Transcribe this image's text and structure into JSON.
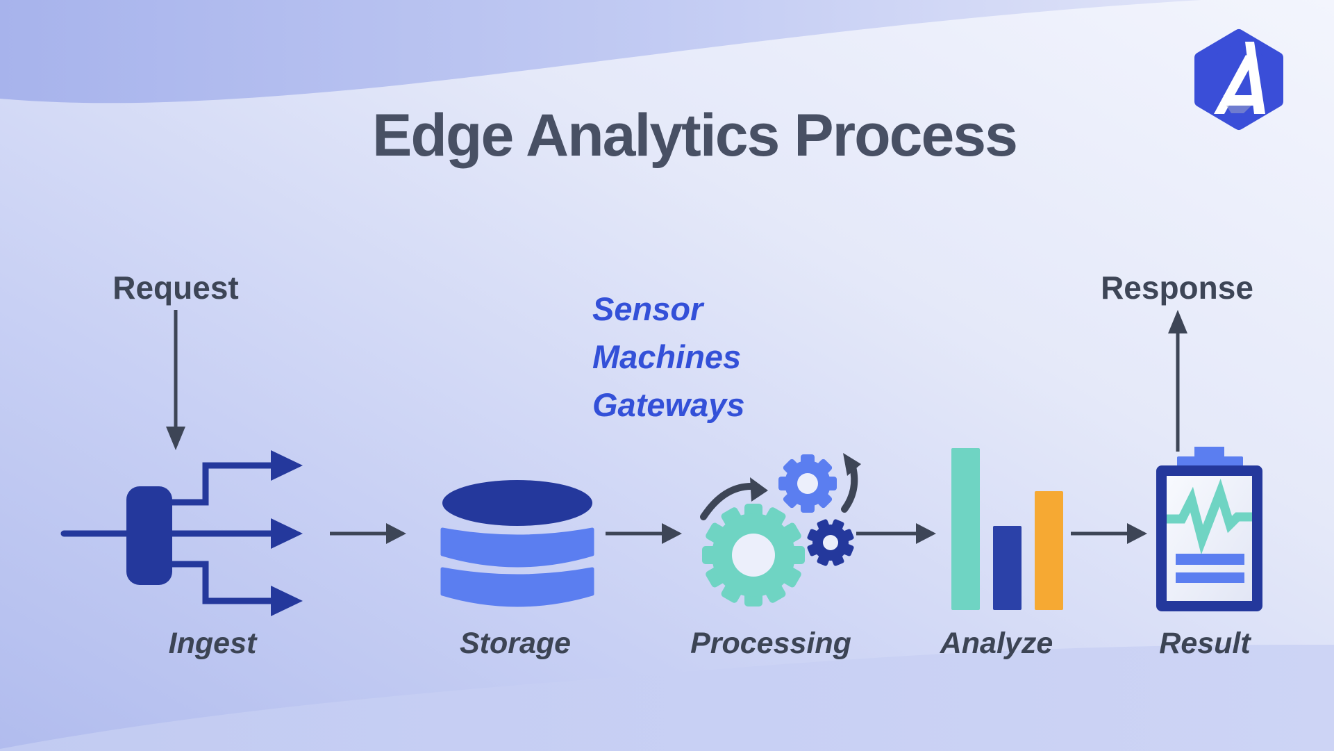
{
  "title": "Edge Analytics Process",
  "logo": {
    "icon": "hexagon-a-logo"
  },
  "flow": {
    "request_label": "Request",
    "response_label": "Response",
    "data_sources": [
      "Sensor",
      "Machines",
      "Gateways"
    ],
    "stages": [
      {
        "label": "Ingest",
        "icon": "ingest-split-arrows-icon"
      },
      {
        "label": "Storage",
        "icon": "database-icon"
      },
      {
        "label": "Processing",
        "icon": "gears-icon"
      },
      {
        "label": "Analyze",
        "icon": "bar-chart-icon"
      },
      {
        "label": "Result",
        "icon": "clipboard-report-icon"
      }
    ]
  },
  "colors": {
    "navy": "#24389c",
    "navy_light": "#2b41a8",
    "blue": "#5b7ef0",
    "teal": "#6fd4c3",
    "orange": "#f6a933",
    "slate": "#3d4556",
    "title_text": "#485064",
    "label_text": "#3c4454",
    "link_blue": "#3350d8",
    "logo_blue": "#3a4ed8"
  }
}
